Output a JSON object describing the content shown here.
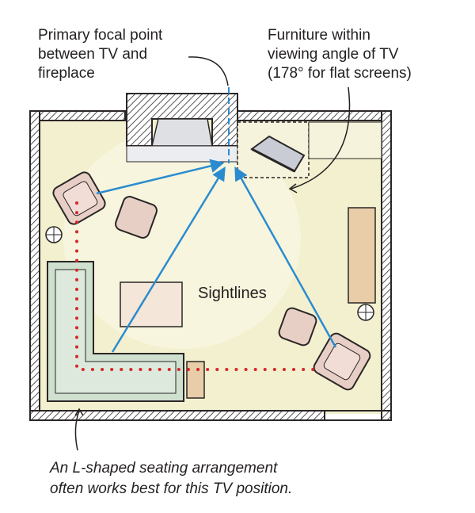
{
  "annotations": {
    "focal_point": "Primary focal point\nbetween TV and\nfireplace",
    "furniture": "Furniture within\nviewing angle of TV\n(178° for flat screens)",
    "sightlines": "Sightlines",
    "caption": "An L-shaped seating arrangement\noften works best for this TV position."
  },
  "colors": {
    "wall": "#2a2627",
    "floor": "#f3f0cf",
    "sofa": "#cfe0cf",
    "chair": "#e8cfc6",
    "sightline": "#2a8ccf",
    "dotted_path": "#d42a2a",
    "table": "#f4e6d8",
    "cabinet": "#e8cda8"
  },
  "icons": [
    "fireplace-icon",
    "tv-icon",
    "floor-lamp-icon"
  ]
}
